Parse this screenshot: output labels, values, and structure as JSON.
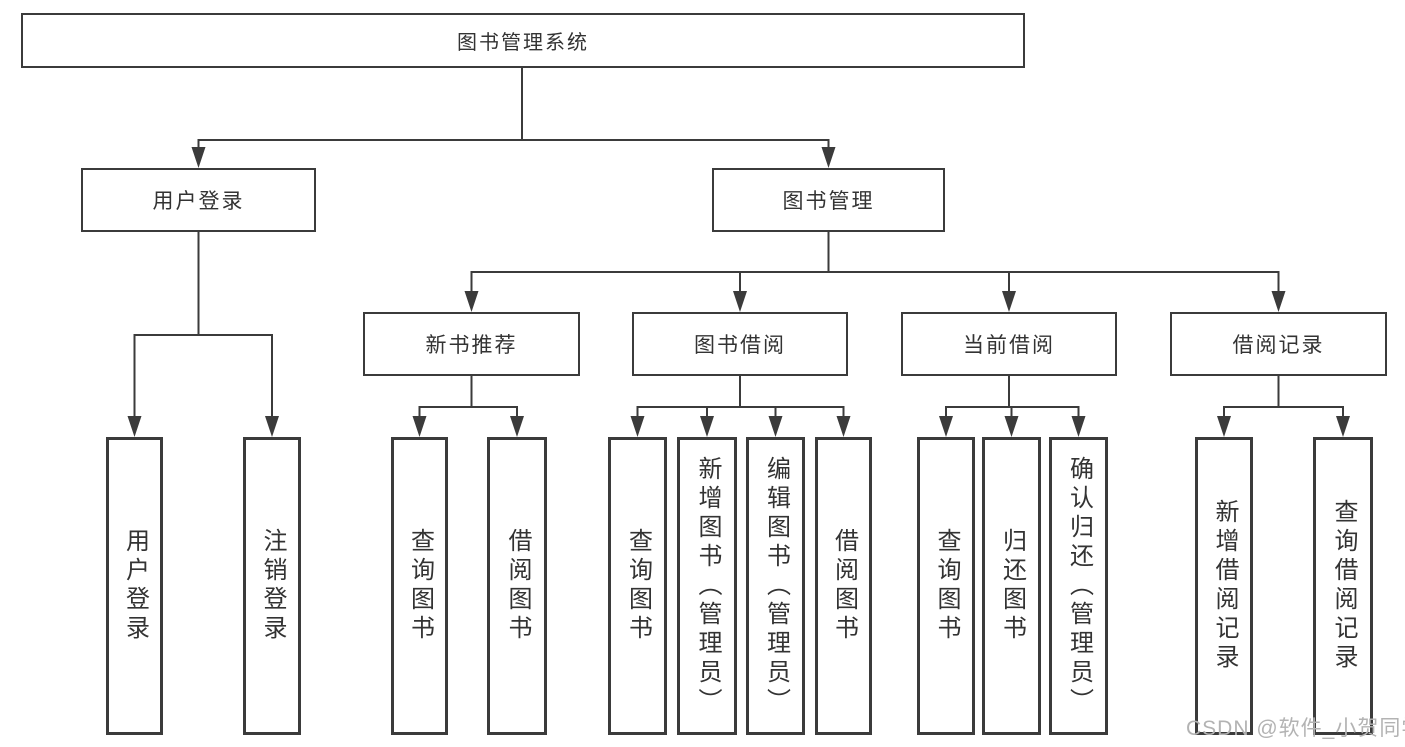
{
  "nodes": {
    "root": {
      "label": "图书管理系统"
    },
    "user_login": {
      "label": "用户登录"
    },
    "book_management": {
      "label": "图书管理"
    },
    "new_book_recommend": {
      "label": "新书推荐"
    },
    "book_borrowing": {
      "label": "图书借阅"
    },
    "current_borrowing": {
      "label": "当前借阅"
    },
    "borrowing_records": {
      "label": "借阅记录"
    },
    "leaf_user_login": {
      "label": "用户登录"
    },
    "leaf_logout": {
      "label": "注销登录"
    },
    "leaf_rec_query_books": {
      "label": "查询图书"
    },
    "leaf_rec_borrow_books": {
      "label": "借阅图书"
    },
    "leaf_bb_query_books": {
      "label": "查询图书"
    },
    "leaf_bb_add_books": {
      "label": "新增图书（管理员）"
    },
    "leaf_bb_edit_books": {
      "label": "编辑图书（管理员）"
    },
    "leaf_bb_borrow_books": {
      "label": "借阅图书"
    },
    "leaf_cb_query_books": {
      "label": "查询图书"
    },
    "leaf_cb_return_books": {
      "label": "归还图书"
    },
    "leaf_cb_confirm_return": {
      "label": "确认归还（管理员）"
    },
    "leaf_br_add_record": {
      "label": "新增借阅记录"
    },
    "leaf_br_query_record": {
      "label": "查询借阅记录"
    }
  },
  "watermark": {
    "label": "CSDN @软件_小贺同学"
  },
  "colors": {
    "line": "#3b3b3b",
    "text": "#333333",
    "watermark": "#b3b3b3",
    "background": "#ffffff"
  }
}
